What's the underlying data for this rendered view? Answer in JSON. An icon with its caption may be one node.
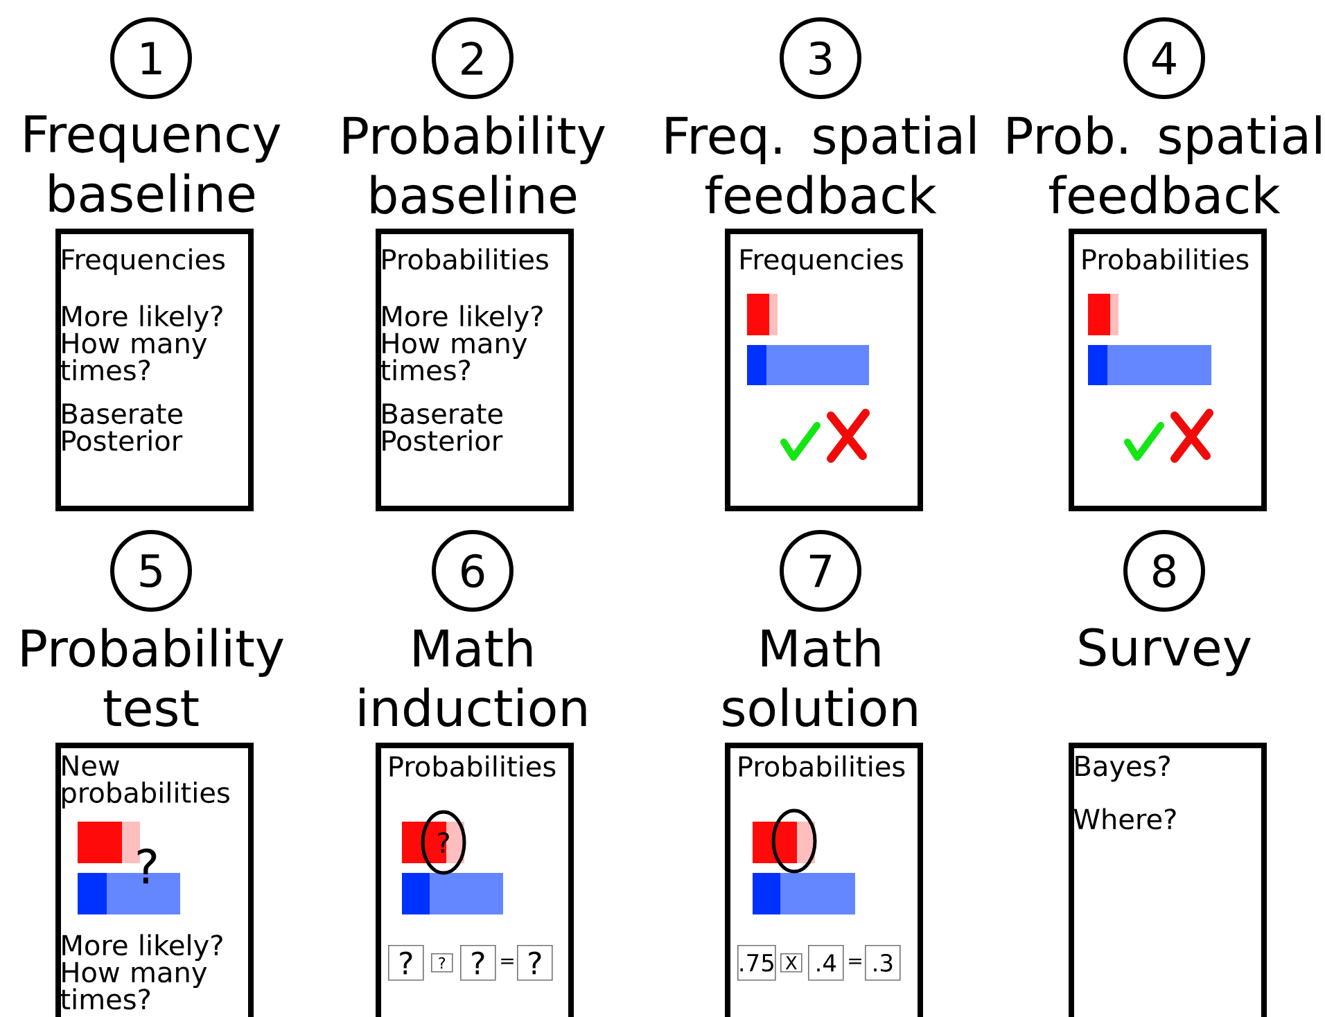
{
  "diagram": {
    "nodes": [
      {
        "text": [
          "1"
        ]
      },
      {
        "text": [
          "Frequency baseline",
          "Frequencies",
          "More likely? How many times?",
          "Baserate Posterior"
        ]
      },
      {
        "text": [
          "2"
        ]
      },
      {
        "text": [
          "Probability baseline",
          "Probabilities",
          "More likely? How many times?",
          "Baserate Posterior"
        ]
      },
      {
        "text": [
          "3"
        ]
      },
      {
        "text": [
          "Freq. spatial feedback",
          "Frequencies"
        ]
      },
      {
        "text": [
          "4"
        ]
      },
      {
        "text": [
          "Prob. spatial feedback",
          "Probabilities"
        ]
      },
      {
        "text": [
          "5"
        ]
      },
      {
        "text": [
          "Probability test",
          "New probabilities",
          "?",
          "More likely? How many times?"
        ]
      },
      {
        "text": [
          "6"
        ]
      },
      {
        "text": [
          "Math induction",
          "Probabilities"
        ]
      },
      {
        "text": [
          "?"
        ],
        "in": 11
      },
      {
        "text": [
          "?"
        ],
        "in": 11
      },
      {
        "text": [
          "?"
        ],
        "in": 11
      },
      {
        "text": [
          "?"
        ],
        "in": 11
      },
      {
        "text": [
          "?"
        ],
        "in": 11
      },
      {
        "text": [
          "7"
        ]
      },
      {
        "text": [
          "Math solution",
          "Probabilities"
        ]
      },
      {
        "text": [],
        "shape": "ellipse",
        "in": 18
      },
      {
        "text": [
          ".75"
        ],
        "in": 18
      },
      {
        "text": [
          "X"
        ],
        "in": 18
      },
      {
        "text": [
          ".4"
        ],
        "in": 18
      },
      {
        "text": [
          ".3"
        ],
        "in": 18
      },
      {
        "text": [
          "8"
        ]
      },
      {
        "text": [
          "Survey",
          "Bayes?",
          "Where?"
        ]
      }
    ],
    "labels": [
      "=",
      "="
    ]
  }
}
